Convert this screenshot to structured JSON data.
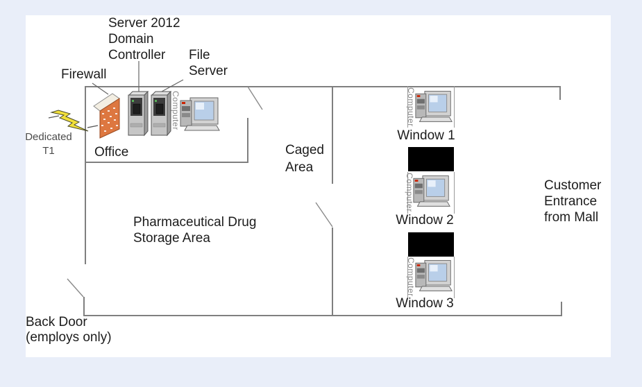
{
  "page": {
    "background": "#e9eef9",
    "panel": "#ffffff"
  },
  "colors": {
    "wall": "#7f7f7f",
    "window_wall_block": "#000000",
    "door_line": "#8a8a8a",
    "leader_line": "#666666",
    "label_text": "#1c1c1c",
    "muted_text": "#4a4a4a",
    "caption_text": "#8a8a8a",
    "firewall_brick": "#dd7740",
    "bolt_yellow": "#f2e03a",
    "screen_blue": "#b9cfe9",
    "led_red": "#cc2200",
    "led_green": "#58b058"
  },
  "labels": {
    "server_dc": {
      "line1": "Server 2012",
      "line2": "Domain",
      "line3": "Controller"
    },
    "file_server": {
      "line1": "File",
      "line2": "Server"
    },
    "firewall": "Firewall",
    "dedicated_t1": {
      "line1": "Dedicated",
      "line2": "T1"
    },
    "office": "Office",
    "caged_area": {
      "line1": "Caged",
      "line2": "Area"
    },
    "storage_area": {
      "line1": "Pharmaceutical Drug",
      "line2": "Storage Area"
    },
    "customer_entrance": {
      "line1": "Customer",
      "line2": "Entrance",
      "line3": "from Mall"
    },
    "back_door": {
      "line1": "Back Door",
      "line2": "(employs only)"
    },
    "windows": {
      "w1": "Window 1",
      "w2": "Window 2",
      "w3": "Window 3"
    },
    "computer_caption": "Computer"
  },
  "icons": {
    "firewall": "brick-firewall-icon",
    "domain_controller": "server-tower-icon",
    "file_server": "server-tower-icon",
    "t1_link": "lightning-bolt-icon",
    "workstation": "desktop-computer-icon"
  }
}
